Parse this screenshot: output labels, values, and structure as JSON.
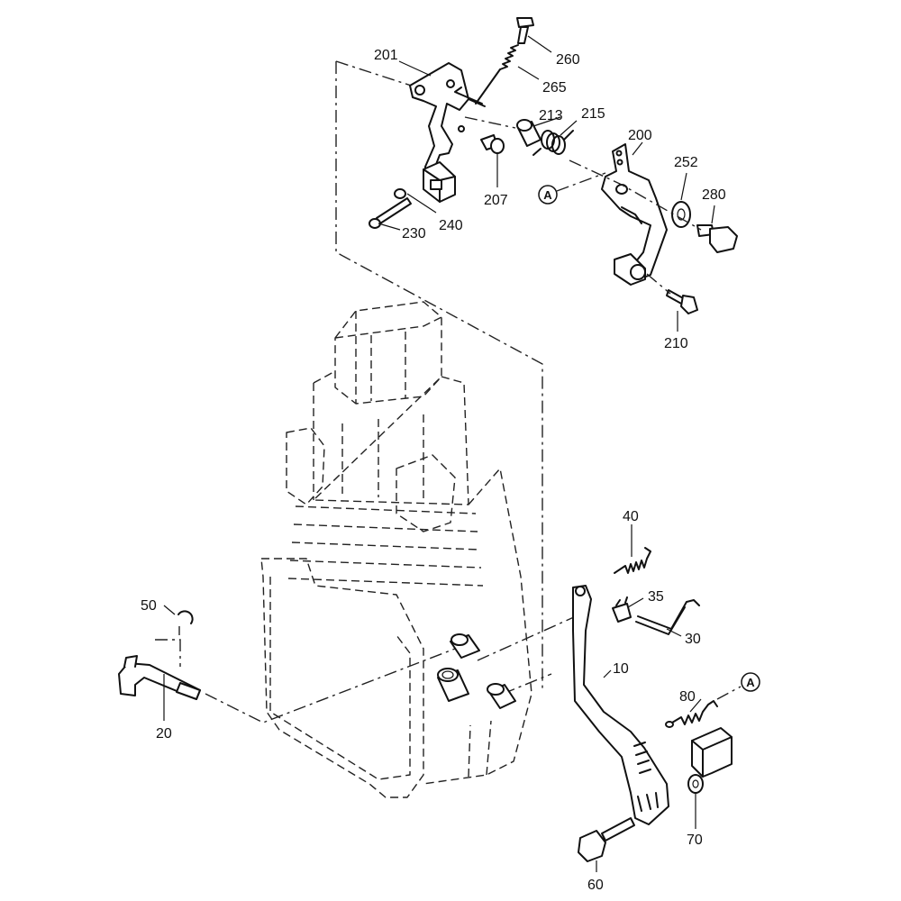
{
  "callouts": {
    "c201": "201",
    "c260": "260",
    "c265": "265",
    "c213": "213",
    "c215": "215",
    "c200": "200",
    "c252": "252",
    "c280": "280",
    "c207": "207",
    "c240": "240",
    "c230": "230",
    "c210": "210",
    "c40": "40",
    "c35": "35",
    "c30": "30",
    "c10": "10",
    "c80": "80",
    "c50": "50",
    "c20": "20",
    "c70": "70",
    "c60": "60"
  },
  "markers": {
    "upper_a": "A",
    "lower_a": "A"
  }
}
